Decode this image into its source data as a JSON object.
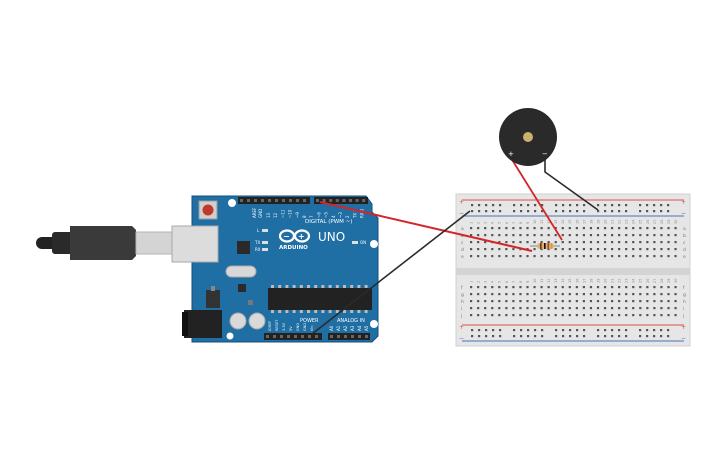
{
  "arduino": {
    "brand": "ARDUINO",
    "model": "UNO",
    "digital_header": "DIGITAL (PWM ~)",
    "power_header": "POWER",
    "analog_header": "ANALOG IN",
    "on_label": "ON",
    "l_label": "L",
    "tx_label": "TX",
    "rx_label": "RX",
    "aref_label": "AREF",
    "gnd_label": "GND",
    "digital_pins": [
      "13",
      "12",
      "~11",
      "~10",
      "~9",
      "8",
      "7",
      "~6",
      "~5",
      "4",
      "~3",
      "2",
      "TX 1",
      "RX 0"
    ],
    "power_pins": [
      "IOREF",
      "RESET",
      "3.3V",
      "5V",
      "GND",
      "GND",
      "Vin"
    ],
    "analog_pins": [
      "A0",
      "A1",
      "A2",
      "A3",
      "A4",
      "A5"
    ]
  },
  "breadboard": {
    "plus": "+",
    "minus": "−",
    "row_letters_top": [
      "a",
      "b",
      "c",
      "d",
      "e"
    ],
    "row_letters_bottom": [
      "f",
      "g",
      "h",
      "i",
      "j"
    ],
    "columns": 30
  },
  "buzzer": {
    "plus": "+",
    "minus": "−"
  },
  "colors": {
    "board": "#1f6ea4",
    "board_edge": "#14507a",
    "wire_red": "#d3262a",
    "wire_black": "#2b2b2b",
    "breadboard": "#e6e6e6",
    "rail_red": "#d9534f",
    "rail_blue": "#4a74b5"
  }
}
